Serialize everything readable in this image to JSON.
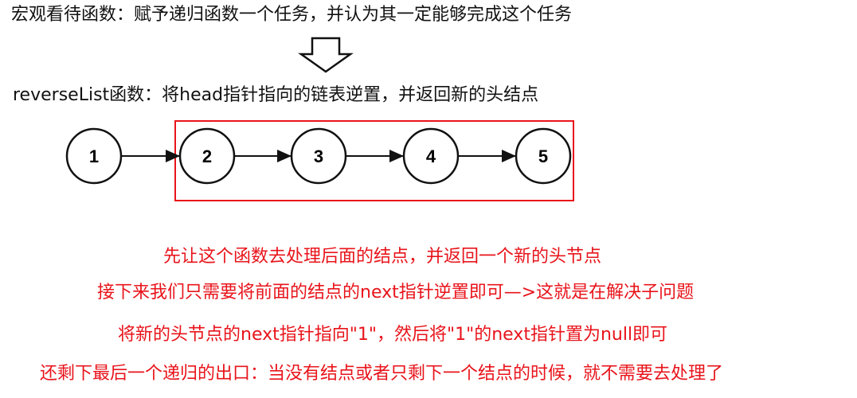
{
  "heading": "宏观看待函数：赋予递归函数一个任务，并认为其一定能够完成这个任务",
  "function_desc": "reverseList函数：将head指针指向的链表逆置，并返回新的头结点",
  "nodes": [
    "1",
    "2",
    "3",
    "4",
    "5"
  ],
  "colors": {
    "text": "#111111",
    "highlight": "#e8141b"
  },
  "notes": [
    "先让这个函数去处理后面的结点，并返回一个新的头节点",
    "接下来我们只需要将前面的结点的next指针逆置即可—>这就是在解决子问题",
    "将新的头节点的next指针指向\"1\"，然后将\"1\"的next指针置为null即可",
    "还剩下最后一个递归的出口：当没有结点或者只剩下一个结点的时候，就不需要去处理了"
  ]
}
